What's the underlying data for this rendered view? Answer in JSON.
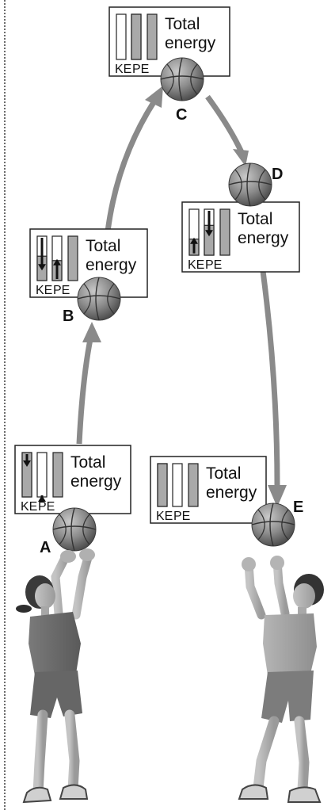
{
  "states": [
    {
      "id": "A",
      "label": "A",
      "total_label_line1": "Total",
      "total_label_line2": "energy",
      "ke_label": "KE",
      "pe_label": "PE",
      "ke_fraction": 1.0,
      "pe_fraction": 0.0,
      "ke_arrow": "down",
      "pe_arrow": "up"
    },
    {
      "id": "B",
      "label": "B",
      "total_label_line1": "Total",
      "total_label_line2": "energy",
      "ke_label": "KE",
      "pe_label": "PE",
      "ke_fraction": 0.55,
      "pe_fraction": 0.45,
      "ke_arrow": "down",
      "pe_arrow": "up"
    },
    {
      "id": "C",
      "label": "C",
      "total_label_line1": "Total",
      "total_label_line2": "energy",
      "ke_label": "KE",
      "pe_label": "PE",
      "ke_fraction": 0.0,
      "pe_fraction": 1.0,
      "ke_arrow": "none",
      "pe_arrow": "none"
    },
    {
      "id": "D",
      "label": "D",
      "total_label_line1": "Total",
      "total_label_line2": "energy",
      "ke_label": "KE",
      "pe_label": "PE",
      "ke_fraction": 0.35,
      "pe_fraction": 0.65,
      "ke_arrow": "up",
      "pe_arrow": "down"
    },
    {
      "id": "E",
      "label": "E",
      "total_label_line1": "Total",
      "total_label_line2": "energy",
      "ke_label": "KE",
      "pe_label": "PE",
      "ke_fraction": 1.0,
      "pe_fraction": 0.0,
      "ke_arrow": "none",
      "pe_arrow": "none"
    }
  ],
  "colors": {
    "bar_fill": "#a9a9a9",
    "bar_empty": "#ffffff",
    "trajectory": "#8a8a8a",
    "ball": "#8c8c8c",
    "box_border": "#222222"
  }
}
